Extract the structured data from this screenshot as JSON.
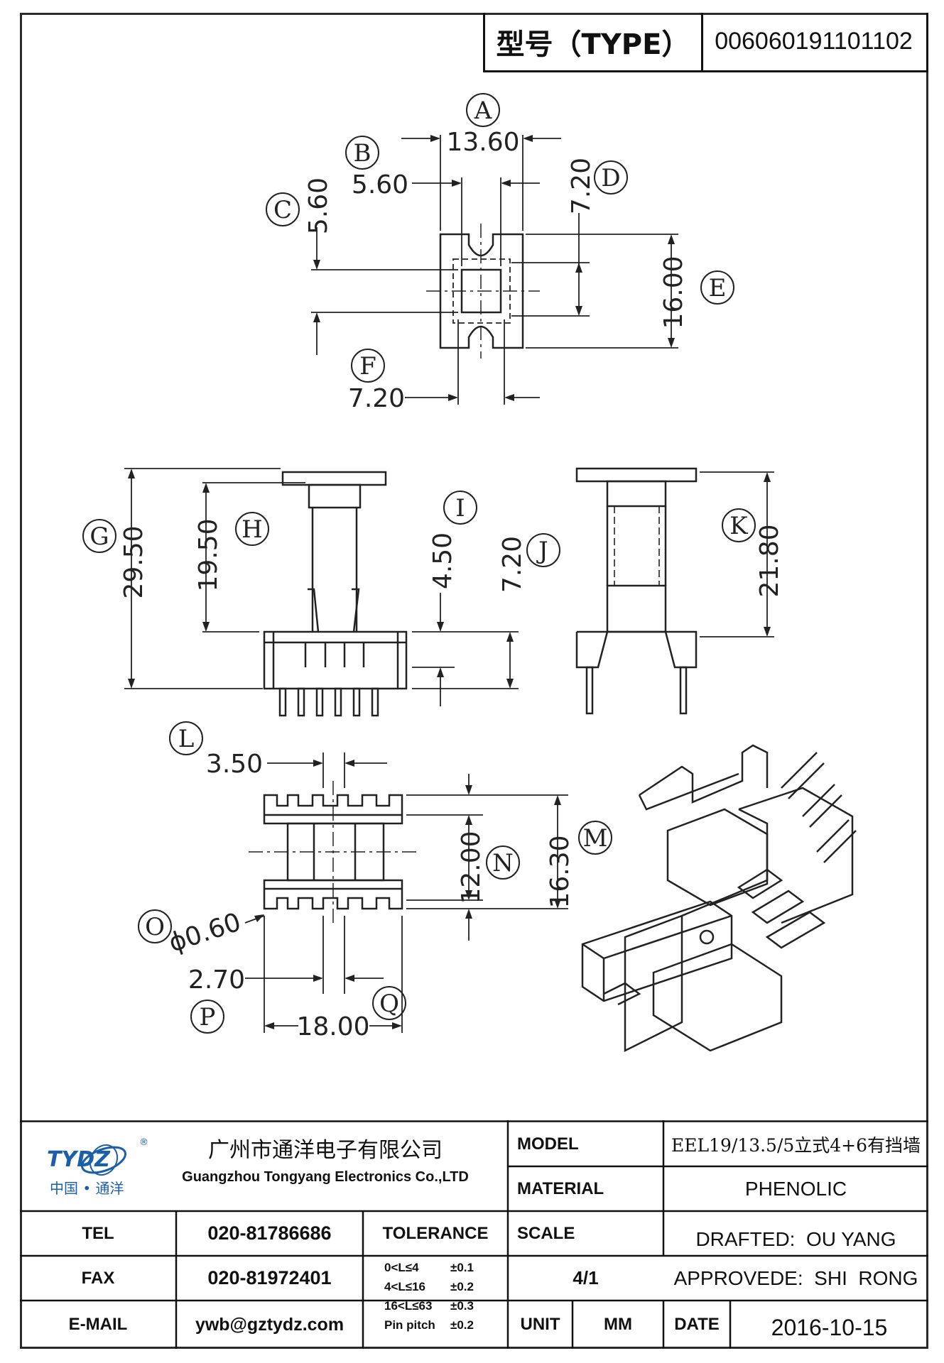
{
  "header": {
    "type_label": "型号（TYPE）",
    "type_value": "006060191101102"
  },
  "dimensions": {
    "A": "13.60",
    "B": "5.60",
    "C": "5.60",
    "D": "7.20",
    "E": "16.00",
    "F": "7.20",
    "G": "29.50",
    "H": "19.50",
    "I": "4.50",
    "J": "7.20",
    "K": "21.80",
    "L": "3.50",
    "M": "16.30",
    "N": "12.00",
    "O": "ϕ0.60",
    "P": "2.70",
    "Q": "18.00"
  },
  "labels": [
    "A",
    "B",
    "C",
    "D",
    "E",
    "F",
    "G",
    "H",
    "I",
    "J",
    "K",
    "L",
    "M",
    "N",
    "O",
    "P",
    "Q"
  ],
  "company": {
    "logo_text": "TYDZ",
    "logo_sub": "中国 • 通洋",
    "logo_mark": "®",
    "name_cn": "广州市通洋电子有限公司",
    "name_en": "Guangzhou Tongyang Electronics Co.,LTD"
  },
  "table": {
    "model_label": "MODEL",
    "model_value": "EEL19/13.5/5立式4+6有挡墙",
    "material_label": "MATERIAL",
    "material_value": "PHENOLIC",
    "tel_label": "TEL",
    "tel_value": "020-81786686",
    "tolerance_label": "TOLERANCE",
    "scale_label": "SCALE",
    "drafted": "DRAFTED:  OU YANG",
    "fax_label": "FAX",
    "fax_value": "020-81972401",
    "tolerances": [
      {
        "range": "0<L≤4",
        "value": "±0.1"
      },
      {
        "range": "4<L≤16",
        "value": "±0.2"
      },
      {
        "range": "16<L≤63",
        "value": "±0.3"
      },
      {
        "range": "Pin pitch",
        "value": "±0.2"
      }
    ],
    "scale_value": "4/1",
    "approved": "APPROVEDE:  SHI  RONG",
    "email_label": "E-MAIL",
    "email_value": "ywb@gztydz.com",
    "unit_label": "UNIT",
    "unit_value": "MM",
    "date_label": "DATE",
    "date_value": "2016-10-15"
  }
}
